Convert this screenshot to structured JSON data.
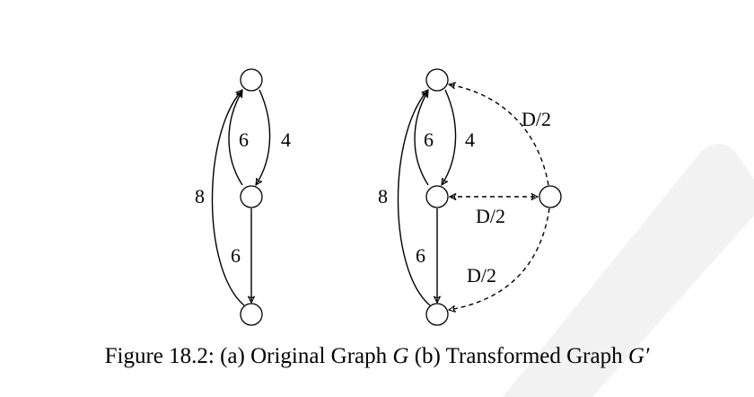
{
  "figure": {
    "caption_prefix": "Figure 18.2: (a) Original Graph ",
    "caption_g": "G",
    "caption_middle": " (b) Transformed Graph ",
    "caption_gprime": "G′"
  },
  "graph_a": {
    "edge_labels": {
      "top_to_mid": "4",
      "mid_to_top": "6",
      "bottom_to_top": "8",
      "mid_to_bottom": "6"
    }
  },
  "graph_b": {
    "edge_labels": {
      "top_to_mid": "4",
      "mid_to_top": "6",
      "bottom_to_top": "8",
      "mid_to_bottom": "6",
      "right_to_top": "D/2",
      "right_to_mid": "D/2",
      "right_to_bottom": "D/2"
    }
  },
  "watermark": {
    "color": "#f2f2f2"
  }
}
